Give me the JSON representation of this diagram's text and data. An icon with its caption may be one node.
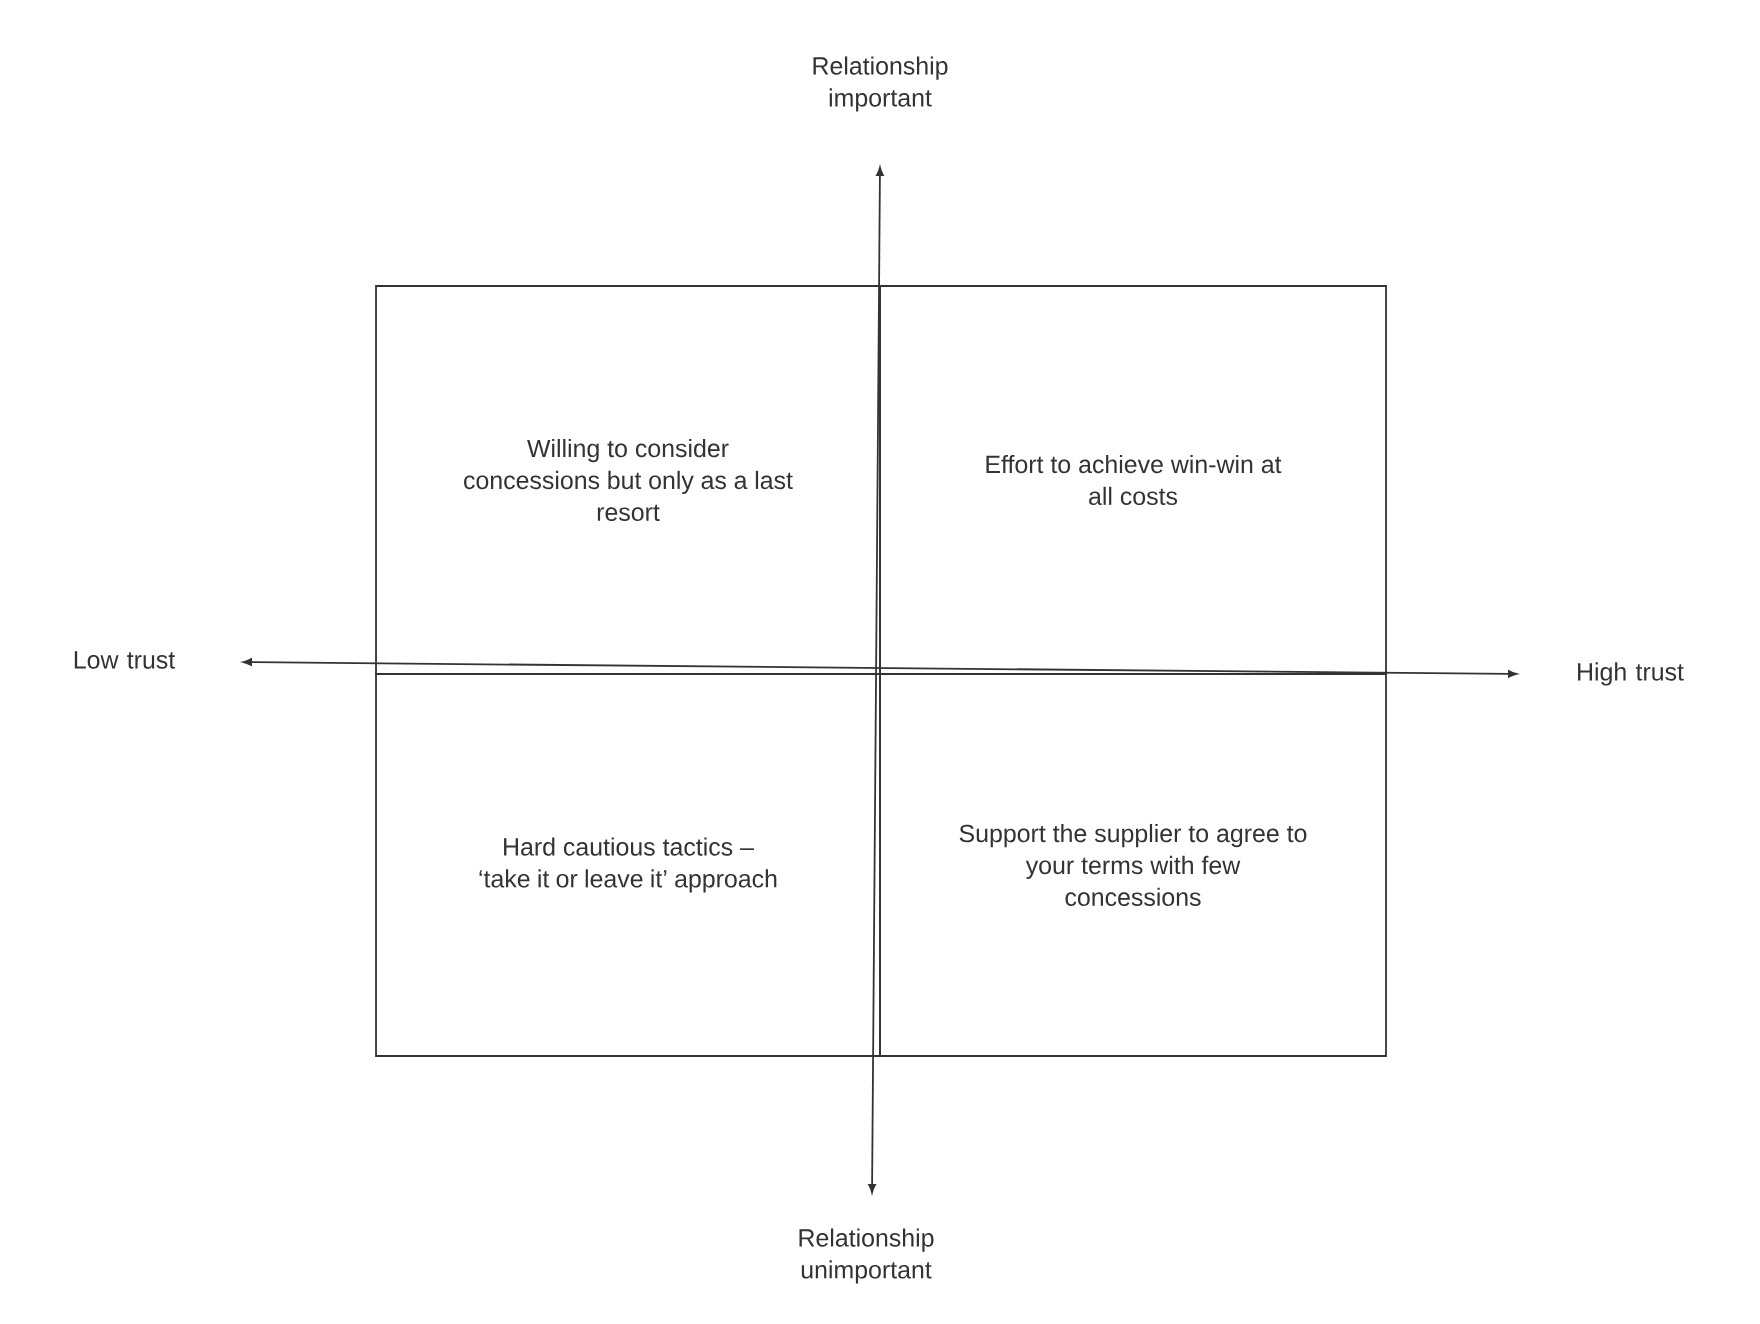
{
  "diagram": {
    "nodes": [
      {
        "text": [
          "Willing to consider concessions but only as a last resort"
        ]
      },
      {
        "text": [
          "Effort to achieve win-win at all costs"
        ]
      },
      {
        "text": [
          "Hard cautious tactics – ‘take it or leave it’ approach"
        ]
      },
      {
        "text": [
          "Support the supplier to agree to your terms with few concessions"
        ]
      }
    ],
    "edges": [],
    "labels": [
      "Relationship important",
      "Low trust",
      "High trust",
      "Relationship unimportant"
    ]
  }
}
